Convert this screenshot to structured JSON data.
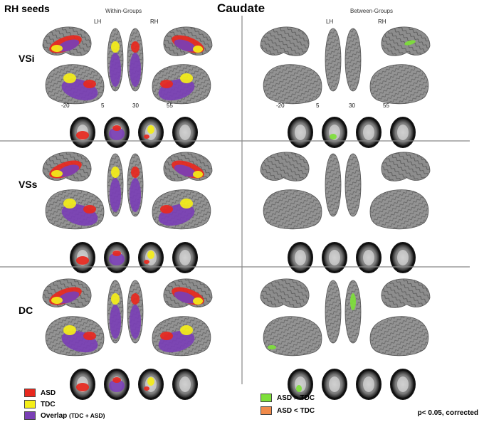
{
  "header": {
    "seed_label": "RH seeds",
    "title": "Caudate",
    "within_label": "Within-Groups",
    "between_label": "Between-Groups",
    "hemi_left": "LH",
    "hemi_right": "RH"
  },
  "rows": [
    {
      "label": "VSi",
      "slices": [
        "-20",
        "5",
        "30",
        "55"
      ]
    },
    {
      "label": "VSs"
    },
    {
      "label": "DC"
    }
  ],
  "legend_left": [
    {
      "label": "ASD",
      "color": "#e8281e"
    },
    {
      "label": "TDC",
      "color": "#f4ee18"
    },
    {
      "label": "Overlap",
      "label_small": "(TDC + ASD)",
      "color": "#7a3fb5"
    }
  ],
  "legend_right": [
    {
      "label": "ASD > TDC",
      "color": "#7ee03a"
    },
    {
      "label": "ASD < TDC",
      "color": "#f08a4a"
    }
  ],
  "footnote": "p< 0.05, corrected",
  "colors": {
    "asd": "#e8281e",
    "tdc": "#f4ee18",
    "overlap": "#7a3fb5",
    "asd_gt_tdc": "#7ee03a",
    "asd_lt_tdc": "#f08a4a",
    "cortex": "#8a8a8a",
    "divider": "#888888"
  }
}
